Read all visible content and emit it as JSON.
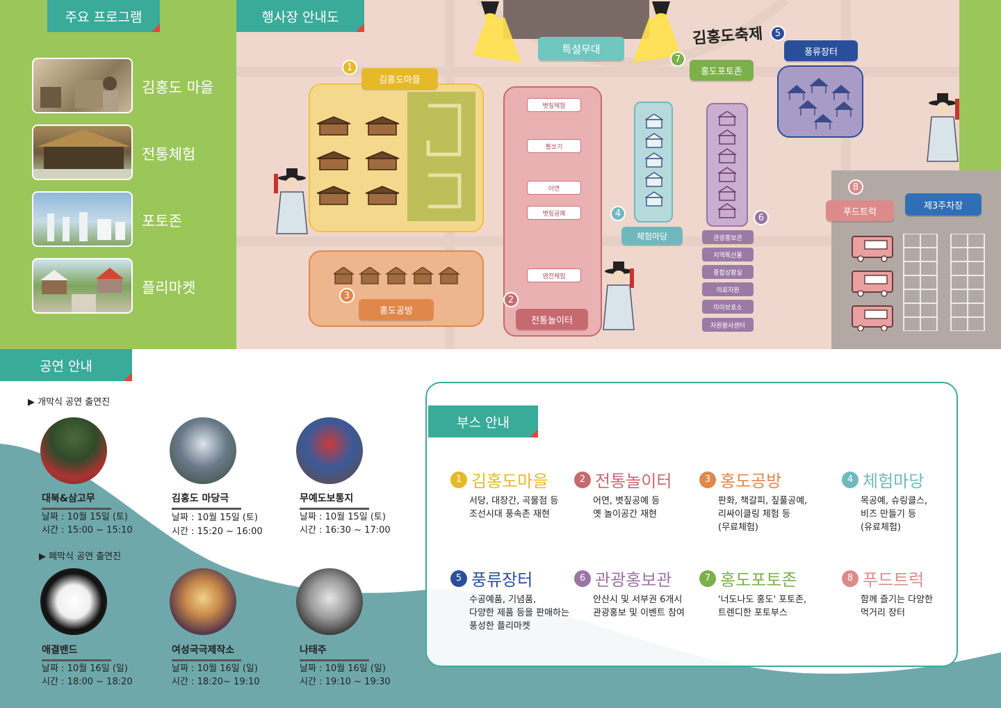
{
  "program": {
    "header": "주요 프로그램",
    "items": [
      {
        "label": "김홍도 마을"
      },
      {
        "label": "전통체험"
      },
      {
        "label": "포토존"
      },
      {
        "label": "플리마켓"
      }
    ]
  },
  "map": {
    "header": "행사장 안내도",
    "festival_logo": "김홍도축제",
    "stage": "특설무대",
    "zones": {
      "z1": {
        "num": "1",
        "label": "김홍도마을"
      },
      "z2": {
        "num": "2",
        "label": "전통놀이터",
        "items": [
          "볏짚체험",
          "활쏘기",
          "어연",
          "볏짚공예",
          "염전체험"
        ]
      },
      "z3": {
        "num": "3",
        "label": "홍도공방"
      },
      "z4": {
        "num": "4",
        "label": "체험마당"
      },
      "z5": {
        "num": "5",
        "label": "풍류장터"
      },
      "z6": {
        "num": "6",
        "items": [
          "관광홍보관",
          "지역특산물",
          "종합상황실",
          "의료지원",
          "미아보호소",
          "자원봉사센터"
        ]
      },
      "z7": {
        "num": "7",
        "label": "홍도포토존"
      },
      "z8": {
        "num": "8",
        "label": "푸드트럭"
      }
    },
    "parking": "제3주차장"
  },
  "performance": {
    "header": "공연 안내",
    "opening_title": "▶ 개막식 공연 출연진",
    "closing_title": "▶ 폐막식 공연 출연진",
    "opening": [
      {
        "name": "대북&삼고무",
        "date": "날짜 : 10월 15일 (토)",
        "time": "시간 : 15:00 ~ 15:10"
      },
      {
        "name": "김홍도 마당극",
        "date": "날짜 : 10월 15일 (토)",
        "time": "시간 : 15:20 ~ 16:00"
      },
      {
        "name": "무예도보통지",
        "date": "날짜 : 10월 15일 (토)",
        "time": "시간 : 16:30  ~ 17:00"
      }
    ],
    "closing": [
      {
        "name": "애결밴드",
        "date": "날짜 : 10월 16일 (일)",
        "time": "시간 : 18:00 ~ 18:20"
      },
      {
        "name": "여성국극제작소",
        "date": "날짜 : 10월 16일 (일)",
        "time": "시간 : 18:20~ 19:10"
      },
      {
        "name": "나태주",
        "date": "날짜 : 10월 16일 (일)",
        "time": "시간 : 19:10 ~ 19:30"
      }
    ]
  },
  "booth": {
    "header": "부스 안내",
    "items": [
      {
        "num": "1",
        "title": "김홍도마을",
        "color": "#e6b92a",
        "desc": [
          "서당, 대장간, 곡물점 등",
          "조선시대 풍속촌 재현"
        ]
      },
      {
        "num": "2",
        "title": "전통놀이터",
        "color": "#c66a6f",
        "desc": [
          "어연, 볏짚공예 등",
          "옛 놀이공간 재현"
        ]
      },
      {
        "num": "3",
        "title": "홍도공방",
        "color": "#e0874a",
        "desc": [
          "판화, 책갈피, 짚풀공예,",
          "리싸이클링 체험 등",
          "(무료체험)"
        ]
      },
      {
        "num": "4",
        "title": "체험마당",
        "color": "#6fb9be",
        "desc": [
          "목공예, 슈링클스,",
          "비즈 만들기 등",
          "(유료체험)"
        ]
      },
      {
        "num": "5",
        "title": "풍류장터",
        "color": "#2a4f9a",
        "desc": [
          "수공예품, 기념품,",
          "다양한 제품 등을 판매하는",
          "풍성한 플리마켓"
        ]
      },
      {
        "num": "6",
        "title": "관광홍보관",
        "color": "#9a74a4",
        "desc": [
          "안산시 및 서부권 6개시",
          "관광홍보 및 이벤트 참여"
        ]
      },
      {
        "num": "7",
        "title": "홍도포토존",
        "color": "#7bb04a",
        "desc": [
          "'너도나도 홍도' 포토존,",
          "트렌디한 포토부스"
        ]
      },
      {
        "num": "8",
        "title": "푸드트럭",
        "color": "#dd8a8a",
        "desc": [
          "함께 즐기는 다양한",
          "먹거리 장터"
        ]
      }
    ]
  }
}
